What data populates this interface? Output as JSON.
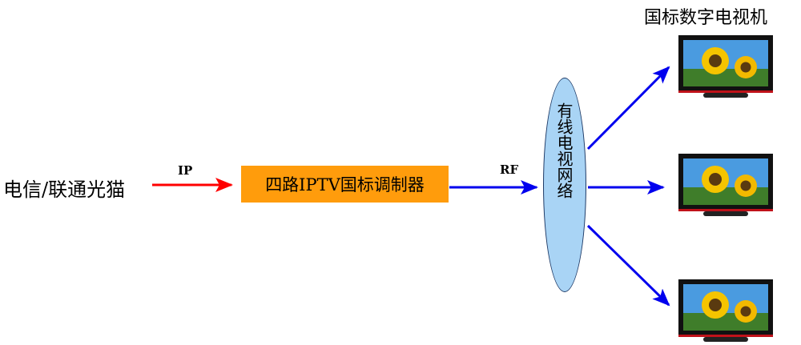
{
  "source": {
    "label": "电信/联通光猫"
  },
  "links": {
    "ip_label": "IP",
    "rf_label": "RF"
  },
  "modulator": {
    "label": "四路IPTV国标调制器"
  },
  "network": {
    "label": "有线电视网络"
  },
  "tvs": {
    "title": "国标数字电视机",
    "items": [
      {
        "icon": "tv-icon"
      },
      {
        "icon": "tv-icon"
      },
      {
        "icon": "tv-icon"
      }
    ]
  },
  "colors": {
    "ip_arrow": "#ff0000",
    "rf_arrow": "#0000ee",
    "modulator_fill": "#ff9c0c",
    "network_fill": "#a9d4f5",
    "tv_frame": "#111111",
    "tv_accent": "#c0121a"
  }
}
